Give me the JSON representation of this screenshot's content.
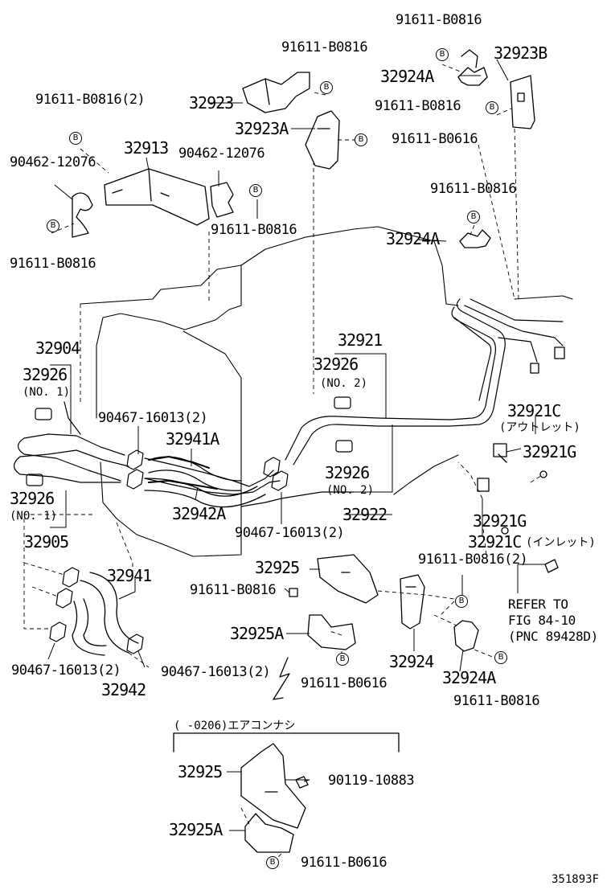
{
  "labels": {
    "p91611_b0816_topright": "91611-B0816",
    "p32923b": "32923B",
    "p91611_b0816_top": "91611-B0816",
    "p32924a_top": "32924A",
    "p91611_b0816_2_topleft": "91611-B0816(2)",
    "p32923": "32923",
    "p91611_b0816_mid": "91611-B0816",
    "p32923a": "32923A",
    "p91611_b0616_top": "91611-B0616",
    "p32913": "32913",
    "p90462_left": "90462-12076",
    "p90462_right": "90462-12076",
    "p91611_b0816_right2": "91611-B0816",
    "p91611_b0816_center": "91611-B0816",
    "p91611_b0816_left": "91611-B0816",
    "p32924a_mid": "32924A",
    "p32904": "32904",
    "p32921": "32921",
    "p32926_no1_top": "32926",
    "no1_top": "(NO. 1)",
    "p32926_no2_top": "32926",
    "no2_top": "(NO. 2)",
    "p32921c_out": "32921C",
    "outlet_jp": "(アウトレット)",
    "p90467_2_top": "90467-16013(2)",
    "p32941a": "32941A",
    "p32921g_top": "32921G",
    "p32926_no2_mid": "32926",
    "no2_mid": "(NO. 2)",
    "p32926_no1_bottom": "32926",
    "no1_bottom": "(NO. 1)",
    "p32942a": "32942A",
    "p32922": "32922",
    "p32921g_bottom": "32921G",
    "p32905": "32905",
    "p90467_2_mid": "90467-16013(2)",
    "p32921c_in": "32921C",
    "inlet_jp": "(インレット)",
    "p32925": "32925",
    "p91611_b0816_2_right": "91611-B0816(2)",
    "p32941": "32941",
    "p91611_b0816_bolt": "91611-B0816",
    "refer_to": "REFER TO",
    "fig": "FIG 84-10",
    "pnc": "(PNC 89428D)",
    "p32925a_top": "32925A",
    "p90467_2_left": "90467-16013(2)",
    "p90467_2_right": "90467-16013(2)",
    "p32924": "32924",
    "p91611_b0616_bottom": "91611-B0616",
    "p32942": "32942",
    "p32924a_bottom": "32924A",
    "p91611_b0816_br": "91611-B0816",
    "bracket_note": "(    -0206)エアコンナシ",
    "p32925_box": "32925",
    "p90119": "90119-10883",
    "p32925a_box": "32925A",
    "p91611_b0616_box": "91611-B0616",
    "diagram_code": "351893F"
  },
  "bolt_marker": "B"
}
